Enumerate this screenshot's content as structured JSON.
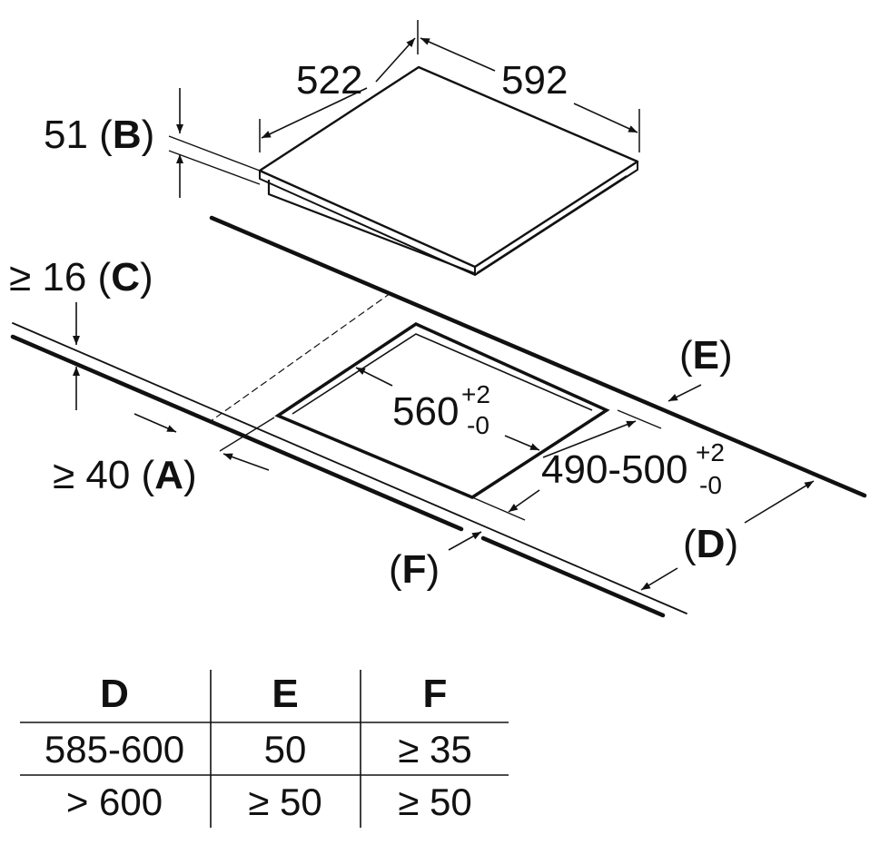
{
  "dimensions": {
    "depth": "522",
    "width": "592",
    "height_value": "51 (",
    "height_letter": "B",
    "height_close": ")",
    "c_value": "≥ 16 (",
    "c_letter": "C",
    "c_close": ")",
    "a_value": "≥ 40 (",
    "a_letter": "A",
    "a_close": ")",
    "cutout_width": "560",
    "cutout_width_plus": "+2",
    "cutout_width_minus": "-0",
    "cutout_depth": "490-500",
    "cutout_depth_plus": "+2",
    "cutout_depth_minus": "-0",
    "e_open": "(",
    "e_letter": "E",
    "e_close": ")",
    "d_open": "(",
    "d_letter": "D",
    "d_close": ")",
    "f_open": "(",
    "f_letter": "F",
    "f_close": ")"
  },
  "table": {
    "headers": [
      "D",
      "E",
      "F"
    ],
    "rows": [
      [
        "585-600",
        "50",
        "≥ 35"
      ],
      [
        "> 600",
        "≥ 50",
        "≥ 50"
      ]
    ]
  },
  "colors": {
    "ink": "#111111",
    "background": "#ffffff"
  }
}
